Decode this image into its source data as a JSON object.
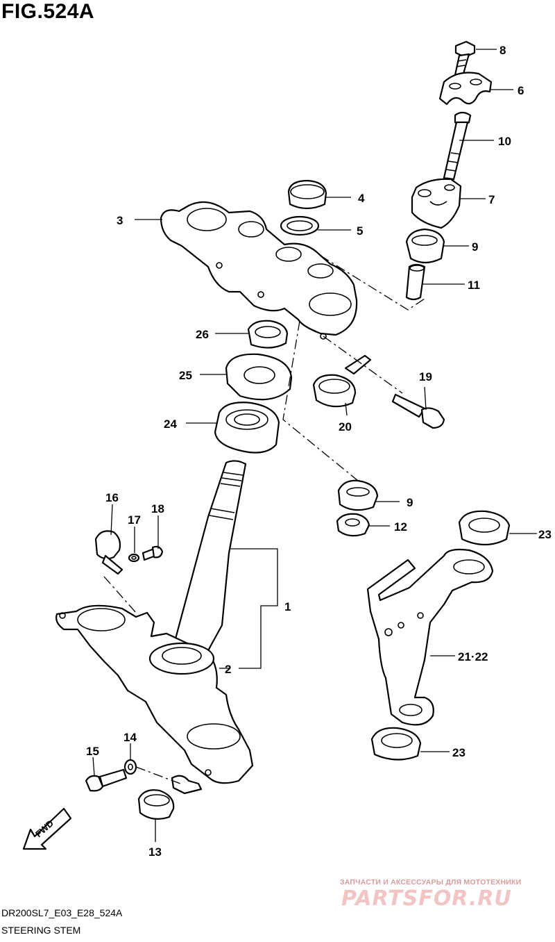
{
  "figure": {
    "title": "FIG.524A",
    "model_code": "DR200SL7_E03_E28_524A",
    "caption": "STEERING STEM"
  },
  "callouts": {
    "p1": "1",
    "p2": "2",
    "p3": "3",
    "p4": "4",
    "p5": "5",
    "p6": "6",
    "p7": "7",
    "p8": "8",
    "p9a": "9",
    "p9b": "9",
    "p10": "10",
    "p11": "11",
    "p12": "12",
    "p13": "13",
    "p14": "14",
    "p15": "15",
    "p16": "16",
    "p17": "17",
    "p18": "18",
    "p19": "19",
    "p20": "20",
    "p21_22": "21·22",
    "p23a": "23",
    "p23b": "23",
    "p24": "24",
    "p25": "25",
    "p26": "26"
  },
  "fwd_marker": "FWD",
  "watermark": {
    "tagline": "ЗАПЧАСТИ И АКСЕССУАРЫ ДЛЯ МОТОТЕХНИКИ",
    "logo": "PARTSFOR.RU"
  }
}
